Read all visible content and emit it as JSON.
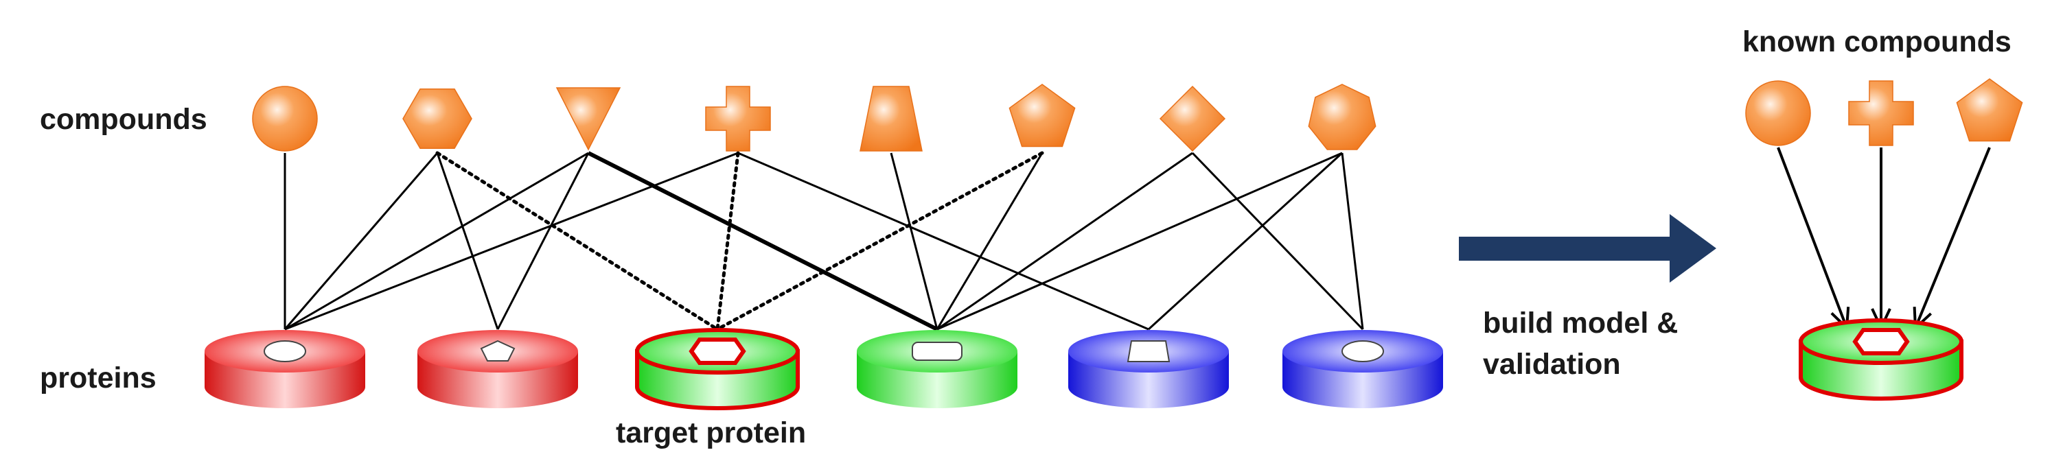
{
  "labels": {
    "compounds": "compounds",
    "proteins": "proteins",
    "target_protein": "target protein",
    "known_compounds": "known compounds",
    "build_line1": "build model &",
    "build_line2": "validation"
  },
  "colors": {
    "compound_fill": "#f5832a",
    "red_protein": "#ee1f1f",
    "green_protein": "#22dd22",
    "blue_protein": "#1a1aee",
    "arrow": "#1f3a64",
    "highlight": "#e00000"
  },
  "compounds": [
    {
      "shape": "circle-icon"
    },
    {
      "shape": "hexagon-icon"
    },
    {
      "shape": "triangle-down-icon"
    },
    {
      "shape": "cross-icon"
    },
    {
      "shape": "trapezoid-icon"
    },
    {
      "shape": "pentagon-icon"
    },
    {
      "shape": "diamond-icon"
    },
    {
      "shape": "heptagon-icon"
    }
  ],
  "proteins": [
    {
      "color": "red",
      "pocket": "circle"
    },
    {
      "color": "red",
      "pocket": "pentagon"
    },
    {
      "color": "green",
      "pocket": "hexagon",
      "target": true
    },
    {
      "color": "green",
      "pocket": "rounded-rect"
    },
    {
      "color": "blue",
      "pocket": "trapezoid"
    },
    {
      "color": "blue",
      "pocket": "circle"
    }
  ],
  "known_compounds": [
    {
      "shape": "circle-icon"
    },
    {
      "shape": "cross-icon"
    },
    {
      "shape": "pentagon-icon"
    }
  ],
  "interactions": [
    {
      "compound": 0,
      "protein": 0,
      "style": "solid"
    },
    {
      "compound": 1,
      "protein": 0,
      "style": "solid"
    },
    {
      "compound": 1,
      "protein": 1,
      "style": "solid"
    },
    {
      "compound": 1,
      "protein": 2,
      "style": "dotted"
    },
    {
      "compound": 2,
      "protein": 0,
      "style": "solid"
    },
    {
      "compound": 2,
      "protein": 1,
      "style": "solid"
    },
    {
      "compound": 2,
      "protein": 3,
      "style": "bold"
    },
    {
      "compound": 3,
      "protein": 0,
      "style": "solid"
    },
    {
      "compound": 3,
      "protein": 2,
      "style": "dotted"
    },
    {
      "compound": 3,
      "protein": 4,
      "style": "solid"
    },
    {
      "compound": 4,
      "protein": 3,
      "style": "solid"
    },
    {
      "compound": 5,
      "protein": 2,
      "style": "dotted"
    },
    {
      "compound": 5,
      "protein": 3,
      "style": "solid"
    },
    {
      "compound": 6,
      "protein": 3,
      "style": "solid"
    },
    {
      "compound": 6,
      "protein": 5,
      "style": "solid"
    },
    {
      "compound": 7,
      "protein": 3,
      "style": "solid"
    },
    {
      "compound": 7,
      "protein": 4,
      "style": "solid"
    },
    {
      "compound": 7,
      "protein": 5,
      "style": "solid"
    }
  ]
}
